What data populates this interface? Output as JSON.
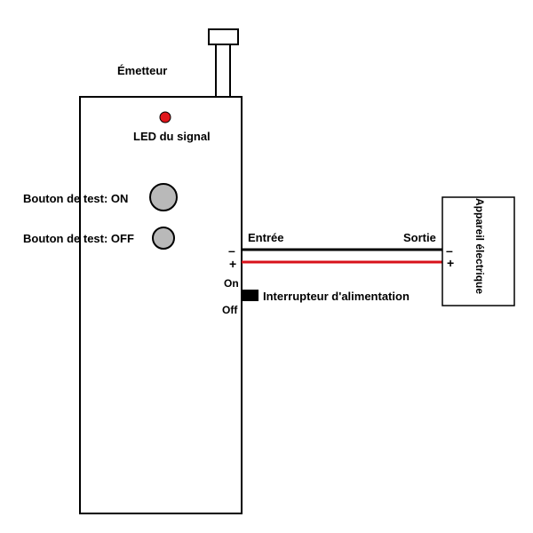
{
  "transmitter": {
    "title": "Émetteur",
    "led_label": "LED du signal",
    "test_on_label": "Bouton de test: ON",
    "test_off_label": "Bouton de test: OFF",
    "switch_on_label": "On",
    "switch_off_label": "Off",
    "power_switch_label": "Interrupteur d'alimentation",
    "minus_sign": "–",
    "plus_sign": "+"
  },
  "wires": {
    "input_label": "Entrée",
    "output_label": "Sortie"
  },
  "device": {
    "label": "Appareil électrique",
    "minus_sign": "–",
    "plus_sign": "+"
  },
  "colors": {
    "led": "#e0161b",
    "positive_wire": "#d8121a",
    "negative_wire": "#000000",
    "button_fill": "#b9b9b9"
  }
}
